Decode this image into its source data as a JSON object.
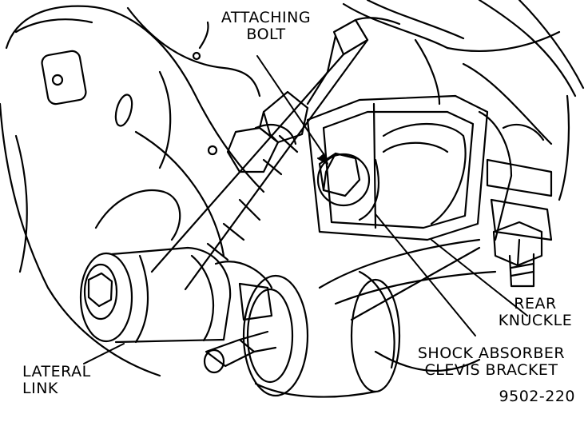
{
  "labels": {
    "attaching_bolt": [
      "ATTACHING",
      "BOLT"
    ],
    "rear_knuckle": [
      "REAR",
      "KNUCKLE"
    ],
    "shock_absorber": [
      "SHOCK ABSORBER",
      "CLEVIS BRACKET"
    ],
    "lateral_link": [
      "LATERAL",
      "LINK"
    ],
    "figure_code": "9502-220"
  },
  "colors": {
    "ink": "#000000",
    "paper": "#ffffff"
  }
}
